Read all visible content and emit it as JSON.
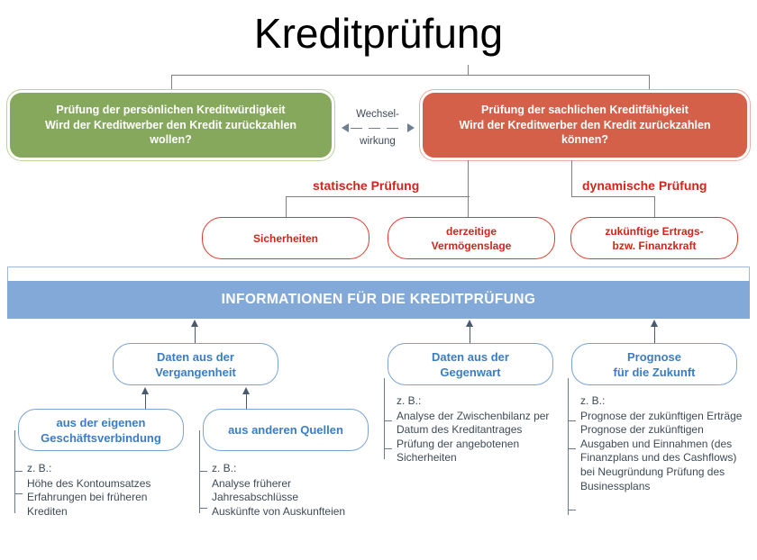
{
  "title": "Kreditprüfung",
  "colors": {
    "green": "#85a85c",
    "red": "#d4604a",
    "red_outline": "#e0392b",
    "blue_banner": "#83a9d9",
    "blue_outline": "#7aa3d4",
    "text_dark": "#3d4a56"
  },
  "top_nodes": {
    "personal": {
      "line1": "Prüfung der persönlichen Kreditwürdigkeit",
      "line2": "Wird der Kreditwerber den Kredit zurückzahlen",
      "line3": "wollen?"
    },
    "factual": {
      "line1": "Prüfung der sachlichen Kreditfähigkeit",
      "line2": "Wird der Kreditwerber den Kredit zurückzahlen",
      "line3": "können?"
    },
    "interaction": {
      "line1": "Wechsel-",
      "line2": "wirkung"
    }
  },
  "branch_labels": {
    "static": "statische Prüfung",
    "dynamic": "dynamische Prüfung"
  },
  "red_nodes": [
    {
      "line1": "Sicherheiten",
      "line2": ""
    },
    {
      "line1": "derzeitige",
      "line2": "Vermögenslage"
    },
    {
      "line1": "zukünftige Ertrags-",
      "line2": "bzw. Finanzkraft"
    }
  ],
  "banner": {
    "label": "INFORMATIONEN FÜR DIE KREDITPRÜFUNG"
  },
  "blue_nodes": {
    "past": {
      "line1": "Daten aus der",
      "line2": "Vergangenheit"
    },
    "present": {
      "line1": "Daten aus der",
      "line2": "Gegenwart"
    },
    "future": {
      "line1": "Prognose",
      "line2": "für die Zukunft"
    },
    "own": {
      "line1": "aus der eigenen",
      "line2": "Geschäftsverbindung"
    },
    "other": {
      "line1": "aus anderen Quellen",
      "line2": ""
    }
  },
  "details": {
    "own": {
      "zb": "z. B.:",
      "items": [
        "Höhe des Kontoumsatzes",
        "Erfahrungen bei früheren Krediten"
      ]
    },
    "other": {
      "zb": "z. B.:",
      "items": [
        "Analyse früherer Jahresabschlüsse",
        "Auskünfte von Auskunfteien"
      ]
    },
    "present": {
      "zb": "z. B.:",
      "items": [
        "Analyse der Zwischenbilanz per Datum des Kreditantrages",
        "Prüfung der angebotenen Sicherheiten"
      ]
    },
    "future": {
      "zb": "z. B.:",
      "items": [
        "Prognose der zukünftigen Erträge",
        "Prognose der zukünftigen Ausgaben und Einnahmen (des Finanzplans und des Cashflows)",
        "bei Neugründung Prüfung des Businessplans"
      ]
    }
  }
}
